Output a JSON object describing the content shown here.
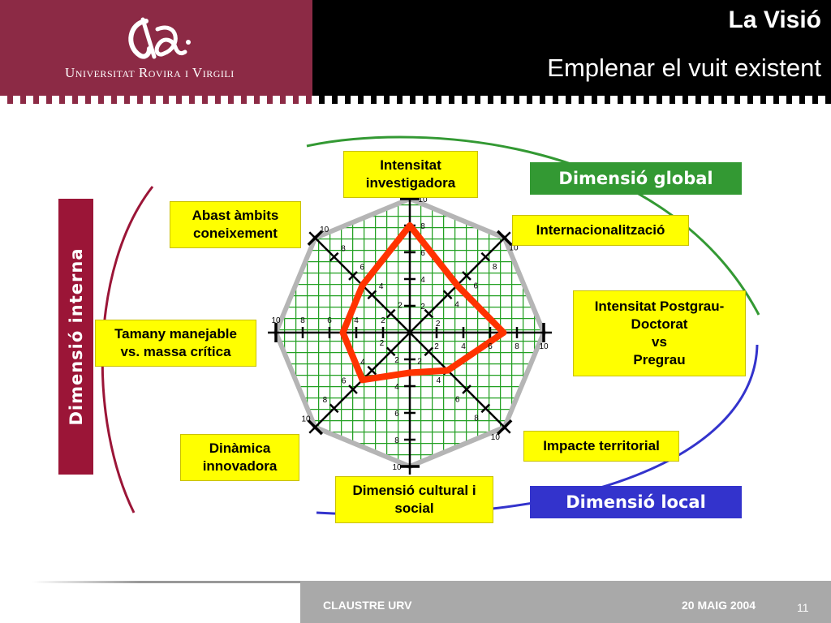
{
  "header": {
    "university": "Universitat Rovira i Virgili",
    "title": "La Visió",
    "subtitle": "Emplenar el vuit existent"
  },
  "labels": {
    "intensitat_line1": "Intensitat",
    "intensitat_line2": "investigadora",
    "abast_line1": "Abast àmbits",
    "abast_line2": "coneixement",
    "internacionalitzacio": "Internacionalització",
    "postgrau_line1": "Intensitat Postgrau-",
    "postgrau_line2": "Doctorat",
    "postgrau_line3": "vs",
    "postgrau_line4": "Pregrau",
    "tamany_line1": "Tamany manejable",
    "tamany_line2": "vs. massa crítica",
    "dinamica_line1": "Dinàmica",
    "dinamica_line2": "innovadora",
    "impacte": "Impacte territorial",
    "cultural_line1": "Dimensió cultural i",
    "cultural_line2": "social"
  },
  "dimensions": {
    "global": "Dimensió global",
    "local": "Dimensió local",
    "interna": "Dimensió interna"
  },
  "colors": {
    "brand": "#8c2a45",
    "global": "#339933",
    "local": "#3333cc",
    "interna": "#9b1537",
    "highlight": "#ffff00",
    "profile": "#ff3300"
  },
  "radar": {
    "axis_max": 10,
    "tick_labels": [
      "2",
      "4",
      "6",
      "8",
      "10"
    ],
    "profile_values": [
      8,
      5,
      7,
      4,
      3,
      5,
      5,
      5
    ]
  },
  "footer": {
    "left": "CLAUSTRE URV",
    "date": "20 MAIG 2004",
    "page": "11"
  }
}
